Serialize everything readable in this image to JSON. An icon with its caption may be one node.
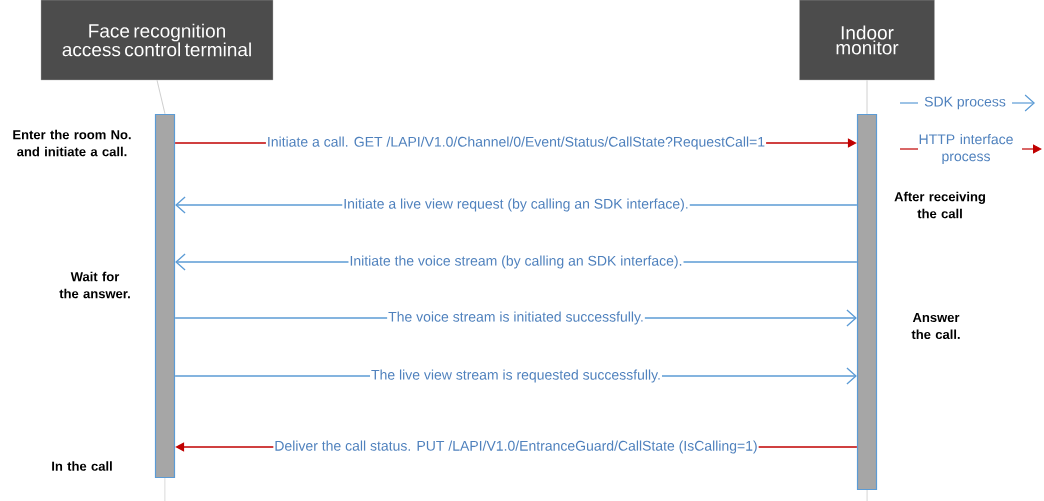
{
  "diagram": {
    "nodes": [
      {
        "text": [
          "Face recognition access control terminal"
        ]
      },
      {
        "text": [
          "Indoor monitor"
        ]
      },
      {
        "text": [],
        "shape": "bar"
      },
      {
        "text": [],
        "shape": "bar"
      }
    ],
    "edges": [
      {
        "from": 0,
        "to": 2,
        "arrow": "none",
        "color": "#d0d0d0"
      },
      {
        "from": 1,
        "to": 3,
        "arrow": "none",
        "color": "#d0d0d0"
      },
      {
        "from": 2,
        "to": 3,
        "arrow": "to",
        "color": "#c00000",
        "label": "Initiate a call. GET /LAPI/V1.0/Channel/0/Event/Status/CallState?RequestCall=1"
      },
      {
        "from": 3,
        "to": 2,
        "arrow": "to",
        "label": "Initiate a live view request (by calling an SDK interface)."
      },
      {
        "from": 3,
        "to": 2,
        "arrow": "to",
        "label": "Initiate the voice stream (by calling an SDK interface)."
      },
      {
        "from": 2,
        "to": 3,
        "arrow": "to",
        "label": "The voice stream is initiated successfully."
      },
      {
        "from": 2,
        "to": 3,
        "arrow": "to",
        "label": "The live view stream is requested successfully."
      },
      {
        "from": 3,
        "to": 2,
        "arrow": "to",
        "color": "#c00000",
        "label": "Deliver the call status. PUT /LAPI/V1.0/EntranceGuard/CallState (IsCalling=1)"
      }
    ],
    "labels": [
      "Enter the room No. and initiate a call.",
      "After receiving the call",
      "Wait for the answer.",
      "Answer the call.",
      "In the call"
    ],
    "legend": [
      {
        "text": "SDK process"
      },
      {
        "text": "HTTP interface process"
      }
    ]
  }
}
